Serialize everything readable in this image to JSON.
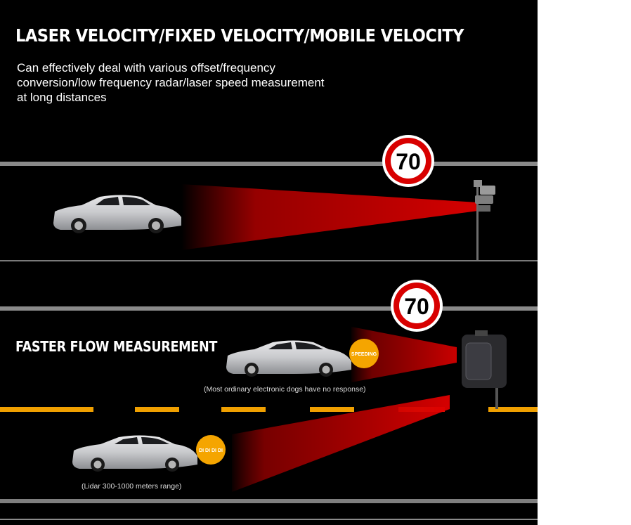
{
  "header": {
    "title": "LASER VELOCITY/FIXED VELOCITY/MOBILE VELOCITY",
    "subtitle": "Can effectively deal with various offset/frequency conversion/low frequency radar/laser speed measurement at long distances"
  },
  "top_scene": {
    "speed_limit": "70"
  },
  "bottom_scene": {
    "title": "FASTER FLOW MEASUREMENT",
    "speed_limit": "70",
    "car1_badge": "SPEEDING",
    "car1_caption": "(Most ordinary electronic dogs have no response)",
    "car2_badge": "DI DI DI DI",
    "car2_caption": "(Lidar 300-1000 meters range)"
  },
  "colors": {
    "background": "#000000",
    "road_line": "#8a8a8a",
    "lane_dash": "#f0a000",
    "beam": "#c40000",
    "sign_ring": "#d80000",
    "badge": "#f5a500"
  }
}
